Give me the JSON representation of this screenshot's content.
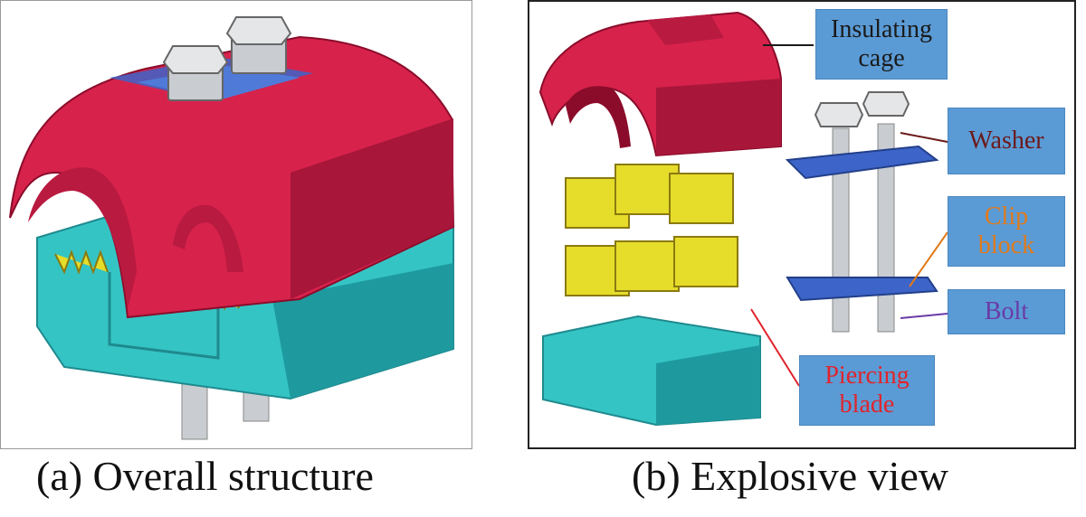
{
  "captions": {
    "a": "(a) Overall structure",
    "b": "(b) Explosive view"
  },
  "labels": {
    "insulating_cage": {
      "text": "Insulating\ncage",
      "color": "#1a1a1a"
    },
    "washer": {
      "text": "Washer",
      "color": "#6b1a1a"
    },
    "clip_block": {
      "text": "Clip\nblock",
      "color": "#e07a1a"
    },
    "bolt": {
      "text": "Bolt",
      "color": "#6a3aa8"
    },
    "piercing_blade": {
      "text": "Piercing\nblade",
      "color": "#e0242c"
    }
  },
  "colors": {
    "cage_red": "#d7224c",
    "cage_dark": "#a8163a",
    "clip_cyan": "#35c4c4",
    "clip_dark": "#1e9a9e",
    "blade_yellow": "#e6dc2a",
    "plate_blue": "#3d64c8",
    "bolt_gray": "#c9ccd0",
    "label_bg": "#5b9bd5"
  }
}
